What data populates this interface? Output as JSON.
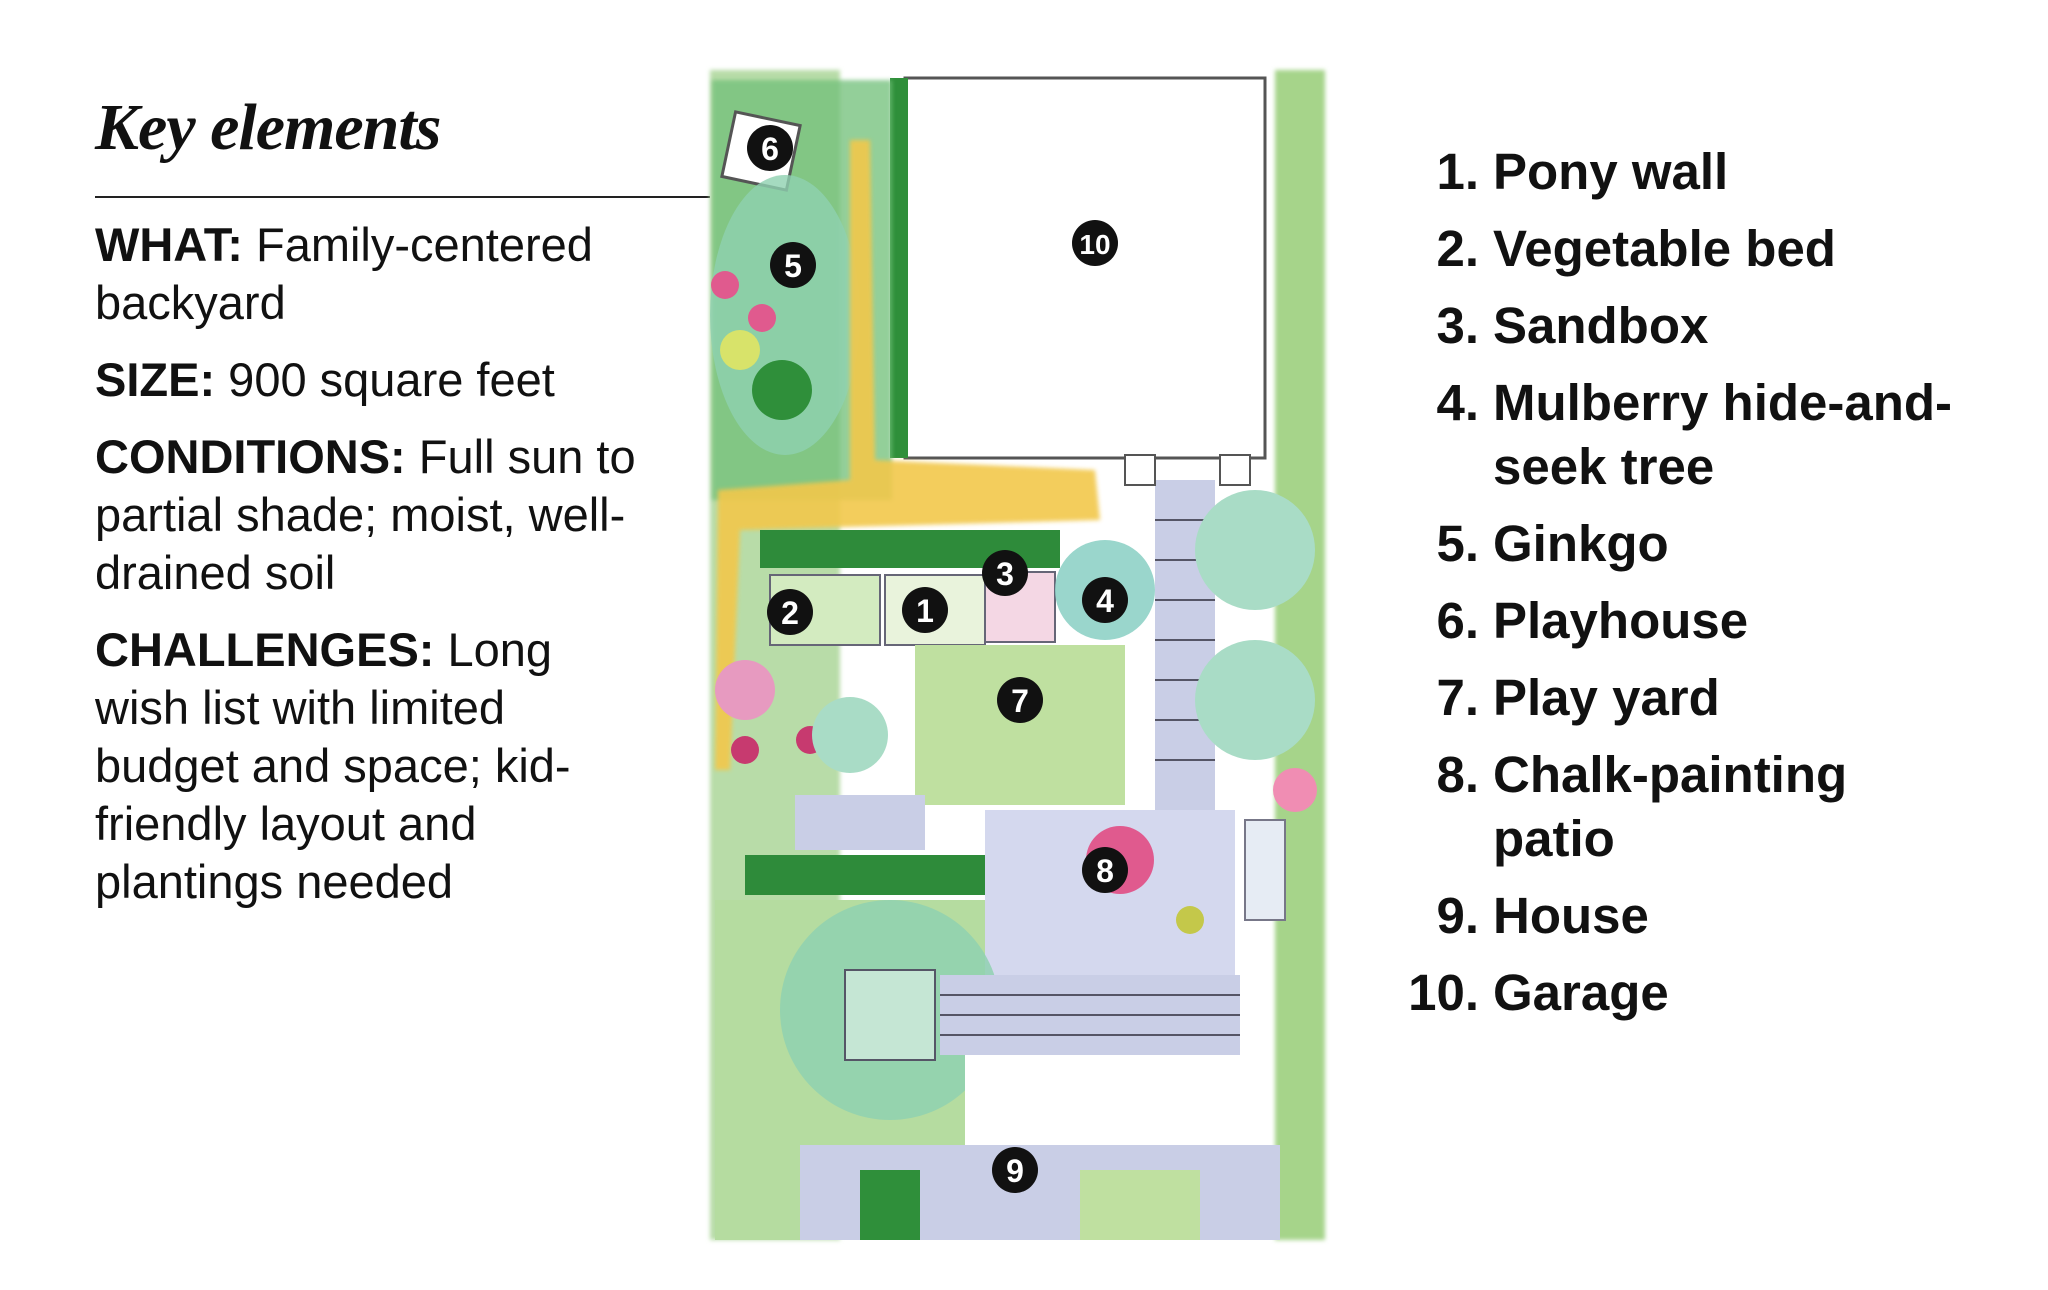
{
  "heading": "Key elements",
  "specs": [
    {
      "label": "WHAT:",
      "text": " Family-centered backyard"
    },
    {
      "label": "SIZE:",
      "text": " 900 square feet"
    },
    {
      "label": "CONDITIONS:",
      "text": " Full sun to partial shade; moist, well-drained soil"
    },
    {
      "label": "CHALLENGES:",
      "text": " Long wish list with limited budget and space; kid-friendly layout and plantings needed"
    }
  ],
  "legend": [
    {
      "num": "1.",
      "label": "Pony wall"
    },
    {
      "num": "2.",
      "label": "Vegetable bed"
    },
    {
      "num": "3.",
      "label": "Sandbox"
    },
    {
      "num": "4.",
      "label": "Mulberry hide-and-seek tree"
    },
    {
      "num": "5.",
      "label": "Ginkgo"
    },
    {
      "num": "6.",
      "label": "Playhouse"
    },
    {
      "num": "7.",
      "label": "Play yard"
    },
    {
      "num": "8.",
      "label": "Chalk-painting patio"
    },
    {
      "num": "9.",
      "label": "House"
    },
    {
      "num": "10.",
      "label": "Garage"
    }
  ],
  "markers": [
    "1",
    "2",
    "3",
    "4",
    "5",
    "6",
    "7",
    "8",
    "9",
    "10"
  ],
  "colors": {
    "lawn_light": "#bfe0a0",
    "lawn_dark": "#2f8f3a",
    "hedge": "#2e8b3a",
    "gravel_path": "#f2c84b",
    "paving": "#c9cee6",
    "tree_canopy": "#8fd1b0",
    "blossom": "#e05a8e",
    "marker": "#111111"
  }
}
